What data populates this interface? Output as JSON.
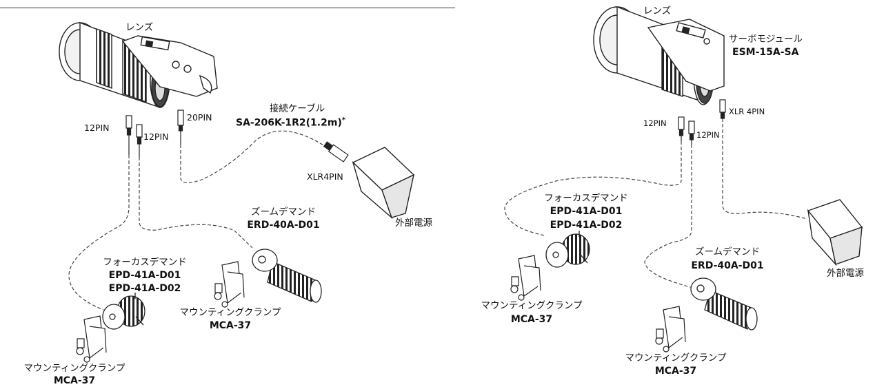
{
  "left": {
    "lens": "レンズ",
    "pin12_a": "12PIN",
    "pin12_b": "12PIN",
    "pin20": "20PIN",
    "cable_title": "接続ケーブル",
    "cable_model": "SA-206K-1R2(1.2m)",
    "cable_note": "*",
    "xlr": "XLR4PIN",
    "power": "外部電源",
    "zoom_title": "ズームデマンド",
    "zoom_model": "ERD-40A-D01",
    "focus_title": "フォーカスデマンド",
    "focus_model_1": "EPD-41A-D01",
    "focus_model_2": "EPD-41A-D02",
    "clamp1_title": "マウンティングクランプ",
    "clamp1_model": "MCA-37",
    "clamp2_title": "マウンティングクランプ",
    "clamp2_model": "MCA-37"
  },
  "right": {
    "lens": "レンズ",
    "servo_title": "サーボモジュール",
    "servo_model": "ESM-15A-SA",
    "xlr": "XLR 4PIN",
    "pin12_a": "12PIN",
    "pin12_b": "12PIN",
    "focus_title": "フォーカスデマンド",
    "focus_model_1": "EPD-41A-D01",
    "focus_model_2": "EPD-41A-D02",
    "zoom_title": "ズームデマンド",
    "zoom_model": "ERD-40A-D01",
    "power": "外部電源",
    "clamp1_title": "マウンティングクランプ",
    "clamp1_model": "MCA-37",
    "clamp2_title": "マウンティングクランプ",
    "clamp2_model": "MCA-37"
  }
}
